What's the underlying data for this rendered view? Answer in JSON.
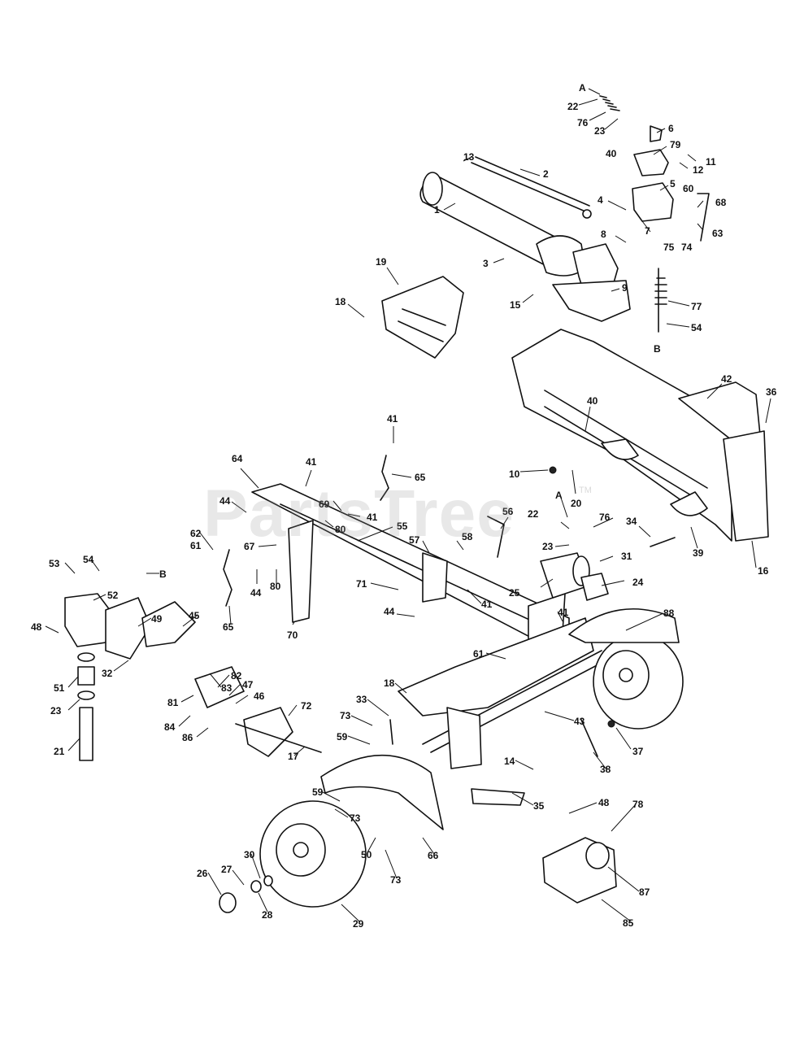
{
  "watermark": {
    "text": "PartsTree",
    "trademark": "TM"
  },
  "callouts": [
    {
      "id": "c1",
      "label": "A"
    },
    {
      "id": "c2",
      "label": "22"
    },
    {
      "id": "c3",
      "label": "76"
    },
    {
      "id": "c4",
      "label": "23"
    },
    {
      "id": "c5",
      "label": "6"
    },
    {
      "id": "c6",
      "label": "79"
    },
    {
      "id": "c7",
      "label": "40"
    },
    {
      "id": "c8",
      "label": "11"
    },
    {
      "id": "c9",
      "label": "12"
    },
    {
      "id": "c10",
      "label": "13"
    },
    {
      "id": "c11",
      "label": "2"
    },
    {
      "id": "c12",
      "label": "5"
    },
    {
      "id": "c13",
      "label": "60"
    },
    {
      "id": "c14",
      "label": "68"
    },
    {
      "id": "c15",
      "label": "4"
    },
    {
      "id": "c16",
      "label": "1"
    },
    {
      "id": "c17",
      "label": "7"
    },
    {
      "id": "c18",
      "label": "8"
    },
    {
      "id": "c19",
      "label": "75"
    },
    {
      "id": "c20",
      "label": "74"
    },
    {
      "id": "c21",
      "label": "63"
    },
    {
      "id": "c22",
      "label": "3"
    },
    {
      "id": "c23",
      "label": "9"
    },
    {
      "id": "c24",
      "label": "19"
    },
    {
      "id": "c25",
      "label": "18"
    },
    {
      "id": "c26",
      "label": "15"
    },
    {
      "id": "c27",
      "label": "77"
    },
    {
      "id": "c28",
      "label": "54"
    },
    {
      "id": "c29",
      "label": "B"
    },
    {
      "id": "c30",
      "label": "42"
    },
    {
      "id": "c31",
      "label": "36"
    },
    {
      "id": "c32",
      "label": "40"
    },
    {
      "id": "c33",
      "label": "41"
    },
    {
      "id": "c34",
      "label": "64"
    },
    {
      "id": "c35",
      "label": "41"
    },
    {
      "id": "c36",
      "label": "65"
    },
    {
      "id": "c37",
      "label": "10"
    },
    {
      "id": "c38",
      "label": "20"
    },
    {
      "id": "c39",
      "label": "44"
    },
    {
      "id": "c40",
      "label": "69"
    },
    {
      "id": "c41",
      "label": "41"
    },
    {
      "id": "c42",
      "label": "80"
    },
    {
      "id": "c43",
      "label": "55"
    },
    {
      "id": "c44",
      "label": "56"
    },
    {
      "id": "c45",
      "label": "A"
    },
    {
      "id": "c46",
      "label": "22"
    },
    {
      "id": "c47",
      "label": "76"
    },
    {
      "id": "c48",
      "label": "34"
    },
    {
      "id": "c49",
      "label": "61"
    },
    {
      "id": "c50",
      "label": "62"
    },
    {
      "id": "c51",
      "label": "67"
    },
    {
      "id": "c52",
      "label": "58"
    },
    {
      "id": "c53",
      "label": "57"
    },
    {
      "id": "c54",
      "label": "23"
    },
    {
      "id": "c55",
      "label": "31"
    },
    {
      "id": "c56",
      "label": "39"
    },
    {
      "id": "c57",
      "label": "16"
    },
    {
      "id": "c58",
      "label": "53"
    },
    {
      "id": "c59",
      "label": "54"
    },
    {
      "id": "c60",
      "label": "B"
    },
    {
      "id": "c61",
      "label": "44"
    },
    {
      "id": "c62",
      "label": "80"
    },
    {
      "id": "c63",
      "label": "71"
    },
    {
      "id": "c64",
      "label": "25"
    },
    {
      "id": "c65",
      "label": "24"
    },
    {
      "id": "c66",
      "label": "52"
    },
    {
      "id": "c67",
      "label": "41"
    },
    {
      "id": "c68",
      "label": "44"
    },
    {
      "id": "c69",
      "label": "48"
    },
    {
      "id": "c70",
      "label": "49"
    },
    {
      "id": "c71",
      "label": "65"
    },
    {
      "id": "c72",
      "label": "70"
    },
    {
      "id": "c73",
      "label": "41"
    },
    {
      "id": "c74",
      "label": "88"
    },
    {
      "id": "c75",
      "label": "45"
    },
    {
      "id": "c76",
      "label": "32"
    },
    {
      "id": "c77",
      "label": "61"
    },
    {
      "id": "c78",
      "label": "51"
    },
    {
      "id": "c79",
      "label": "83"
    },
    {
      "id": "c80",
      "label": "82"
    },
    {
      "id": "c81",
      "label": "47"
    },
    {
      "id": "c82",
      "label": "18"
    },
    {
      "id": "c83",
      "label": "81"
    },
    {
      "id": "c84",
      "label": "46"
    },
    {
      "id": "c85",
      "label": "23"
    },
    {
      "id": "c86",
      "label": "33"
    },
    {
      "id": "c87",
      "label": "72"
    },
    {
      "id": "c88",
      "label": "43"
    },
    {
      "id": "c89",
      "label": "84"
    },
    {
      "id": "c90",
      "label": "73"
    },
    {
      "id": "c91",
      "label": "86"
    },
    {
      "id": "c92",
      "label": "37"
    },
    {
      "id": "c93",
      "label": "21"
    },
    {
      "id": "c94",
      "label": "59"
    },
    {
      "id": "c95",
      "label": "17"
    },
    {
      "id": "c96",
      "label": "38"
    },
    {
      "id": "c97",
      "label": "14"
    },
    {
      "id": "c98",
      "label": "59"
    },
    {
      "id": "c99",
      "label": "35"
    },
    {
      "id": "c100",
      "label": "48"
    },
    {
      "id": "c101",
      "label": "78"
    },
    {
      "id": "c102",
      "label": "73"
    },
    {
      "id": "c103",
      "label": "50"
    },
    {
      "id": "c104",
      "label": "66"
    },
    {
      "id": "c105",
      "label": "73"
    },
    {
      "id": "c106",
      "label": "30"
    },
    {
      "id": "c107",
      "label": "26"
    },
    {
      "id": "c108",
      "label": "27"
    },
    {
      "id": "c109",
      "label": "87"
    },
    {
      "id": "c110",
      "label": "28"
    },
    {
      "id": "c111",
      "label": "85"
    },
    {
      "id": "c112",
      "label": "29"
    }
  ]
}
